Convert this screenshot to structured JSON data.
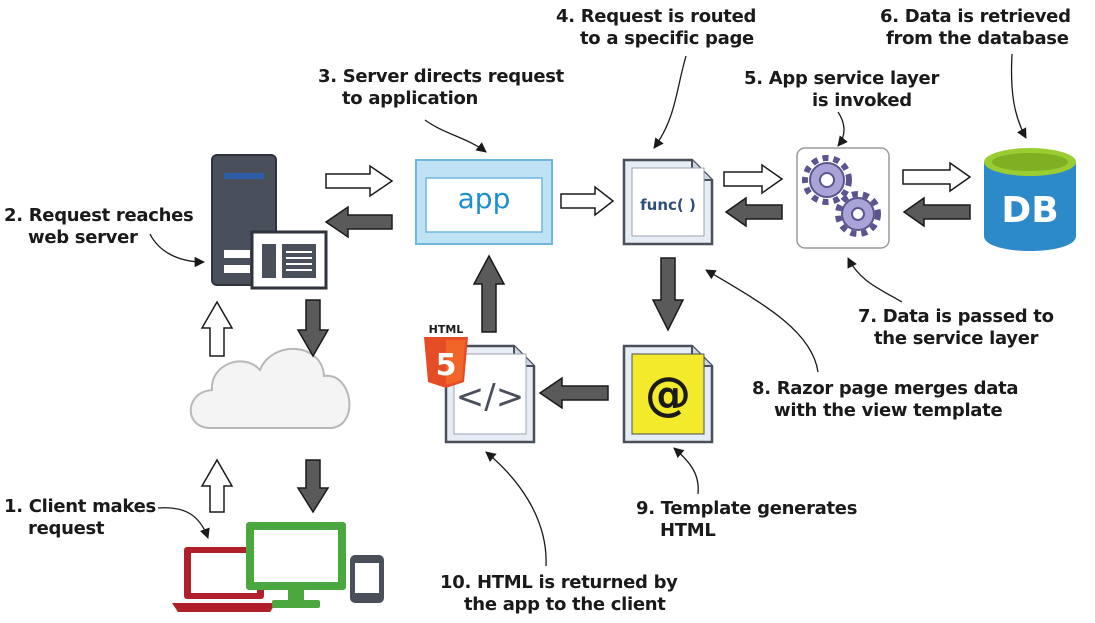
{
  "steps": [
    {
      "number": "1.",
      "lines": [
        "Client makes",
        "request"
      ]
    },
    {
      "number": "2.",
      "lines": [
        "Request reaches",
        "web server"
      ]
    },
    {
      "number": "3.",
      "lines": [
        "Server directs request",
        "to application"
      ]
    },
    {
      "number": "4.",
      "lines": [
        "Request is routed",
        "to a specific page"
      ]
    },
    {
      "number": "5.",
      "lines": [
        "App service layer",
        "is invoked"
      ]
    },
    {
      "number": "6.",
      "lines": [
        "Data is retrieved",
        "from the database"
      ]
    },
    {
      "number": "7.",
      "lines": [
        "Data is passed to",
        "the service layer"
      ]
    },
    {
      "number": "8.",
      "lines": [
        "Razor page merges data",
        "with the view template"
      ]
    },
    {
      "number": "9.",
      "lines": [
        "Template generates",
        "HTML"
      ]
    },
    {
      "number": "10.",
      "lines": [
        "HTML is returned by",
        "the app to the client"
      ]
    }
  ],
  "icons": {
    "app_label": "app",
    "func_label": "func( )",
    "template_label": "@",
    "html_badge_label": "HTML",
    "html_badge_number": "5",
    "code_label": "</>",
    "db_label": "DB"
  },
  "colors": {
    "server": "#4a4f5c",
    "app_window": "#bfe3f5",
    "template": "#f2ea2a",
    "database": "#2d8ac9",
    "database_top": "#9acd32",
    "html5": "#e44d26",
    "laptop": "#b0202a",
    "monitor": "#4aa83e",
    "gears": "#a9a4d8"
  }
}
